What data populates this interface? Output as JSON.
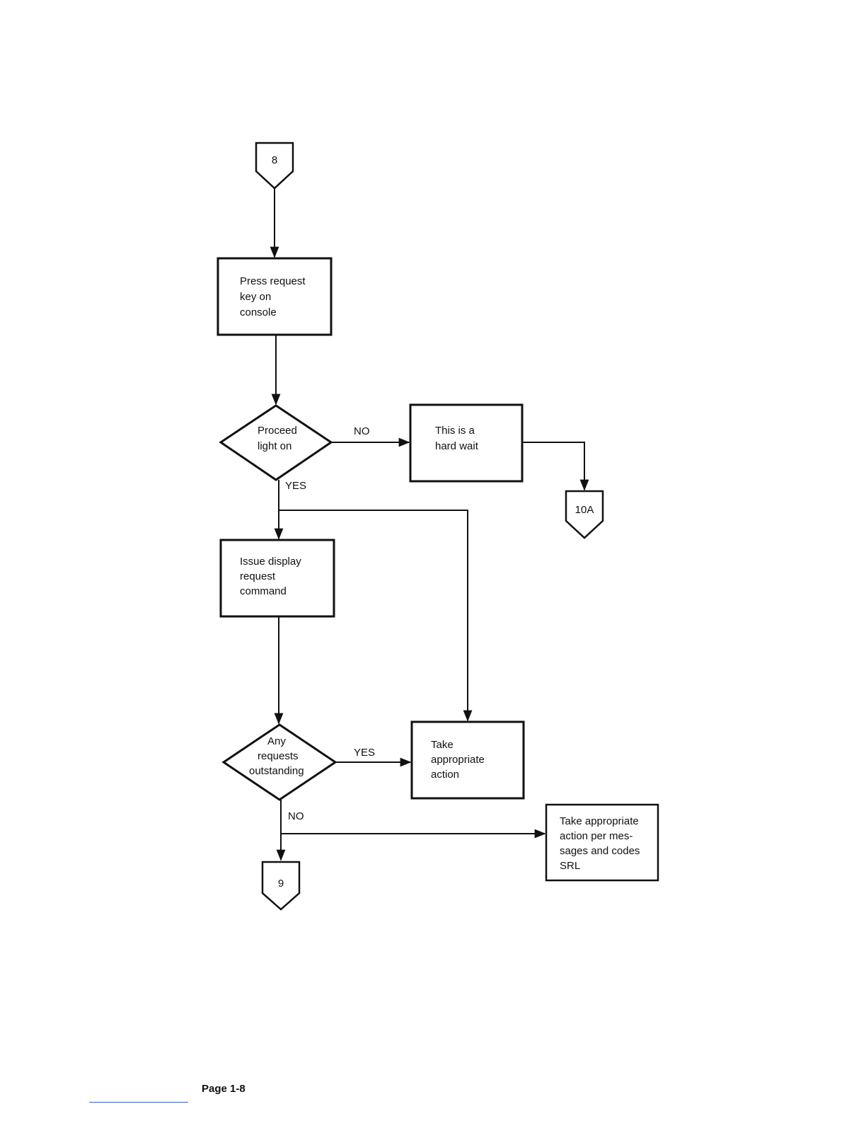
{
  "connectors": {
    "start": "8",
    "hard_wait_target": "10A",
    "end": "9"
  },
  "steps": {
    "press_request": [
      "Press request",
      "key on",
      "console"
    ],
    "proceed_light": [
      "Proceed",
      "light on"
    ],
    "hard_wait": [
      "This is a",
      "hard wait"
    ],
    "issue_display": [
      "Issue display",
      "request",
      "command"
    ],
    "any_requests": [
      "Any",
      "requests",
      "outstanding"
    ],
    "take_action": [
      "Take",
      "appropriate",
      "action"
    ],
    "take_action_messages": [
      "Take appropriate",
      "action per mes-",
      "sages and codes",
      "SRL"
    ]
  },
  "labels": {
    "proceed_no": "NO",
    "proceed_yes": "YES",
    "requests_yes": "YES",
    "requests_no": "NO"
  },
  "footer": {
    "page": "Page 1-8"
  }
}
